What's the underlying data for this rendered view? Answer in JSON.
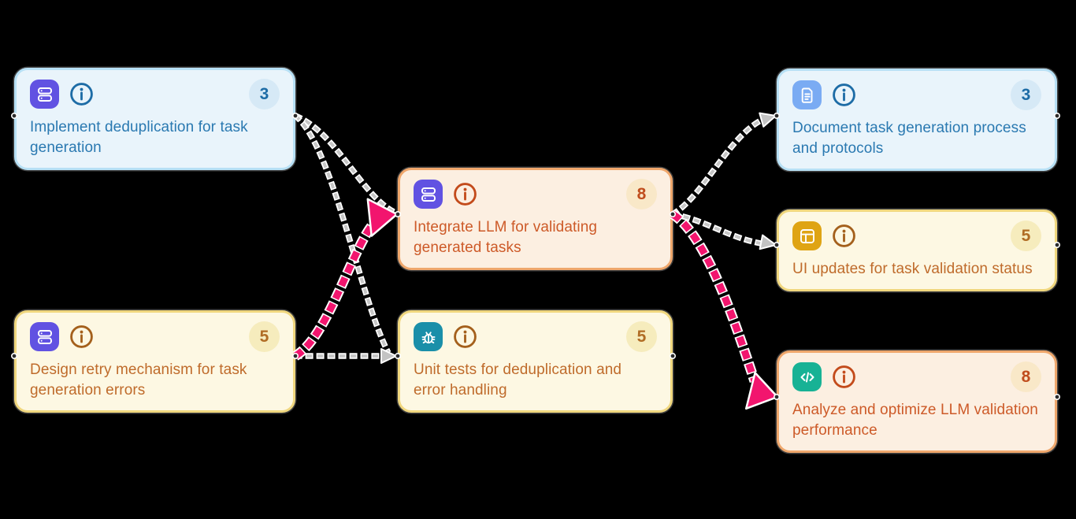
{
  "nodes": [
    {
      "id": "implement-dedup",
      "title": "Implement deduplication for task generation",
      "badge": "3",
      "icon": "server-icon",
      "variant": "blue"
    },
    {
      "id": "integrate-llm",
      "title": "Integrate LLM for validating generated tasks",
      "badge": "8",
      "icon": "server-icon",
      "variant": "orange"
    },
    {
      "id": "design-retry",
      "title": "Design retry mechanism for task generation errors",
      "badge": "5",
      "icon": "server-icon",
      "variant": "yellow"
    },
    {
      "id": "unit-tests",
      "title": "Unit tests for deduplication and error handling",
      "badge": "5",
      "icon": "bug-icon",
      "variant": "yellow"
    },
    {
      "id": "document-process",
      "title": "Document task generation process and protocols",
      "badge": "3",
      "icon": "document-icon",
      "variant": "blue"
    },
    {
      "id": "ui-updates",
      "title": "UI updates for task validation status",
      "badge": "5",
      "icon": "layout-icon",
      "variant": "yellow"
    },
    {
      "id": "analyze-optimize",
      "title": "Analyze and optimize LLM validation performance",
      "badge": "8",
      "icon": "code-icon",
      "variant": "orange"
    }
  ],
  "edges": [
    {
      "source": "implement-dedup",
      "target": "integrate-llm",
      "style": "dashed-gray"
    },
    {
      "source": "implement-dedup",
      "target": "unit-tests",
      "style": "dashed-gray"
    },
    {
      "source": "design-retry",
      "target": "unit-tests",
      "style": "dashed-gray"
    },
    {
      "source": "design-retry",
      "target": "integrate-llm",
      "style": "dashed-pink-critical"
    },
    {
      "source": "integrate-llm",
      "target": "document-process",
      "style": "dashed-gray"
    },
    {
      "source": "integrate-llm",
      "target": "ui-updates",
      "style": "dashed-gray"
    },
    {
      "source": "integrate-llm",
      "target": "analyze-optimize",
      "style": "dashed-pink-critical"
    }
  ],
  "colors": {
    "background": "#000000",
    "critical_edge": "#f2156e",
    "normal_edge": "#c6c6c6",
    "blue_node_bg": "#e9f4fb",
    "blue_node_border": "#b7e0f5",
    "blue_node_text": "#2a79b1",
    "yellow_node_bg": "#fdf8e3",
    "yellow_node_border": "#f0d77e",
    "yellow_node_text": "#bf6b2b",
    "orange_node_bg": "#fcefe1",
    "orange_node_border": "#efa76c",
    "orange_node_text": "#cd5a28",
    "server_icon_bg": "#6152e2",
    "bug_icon_bg": "#1a8fa9",
    "document_icon_bg": "#7aabf3",
    "layout_icon_bg": "#dfa414",
    "code_icon_bg": "#17b295"
  }
}
